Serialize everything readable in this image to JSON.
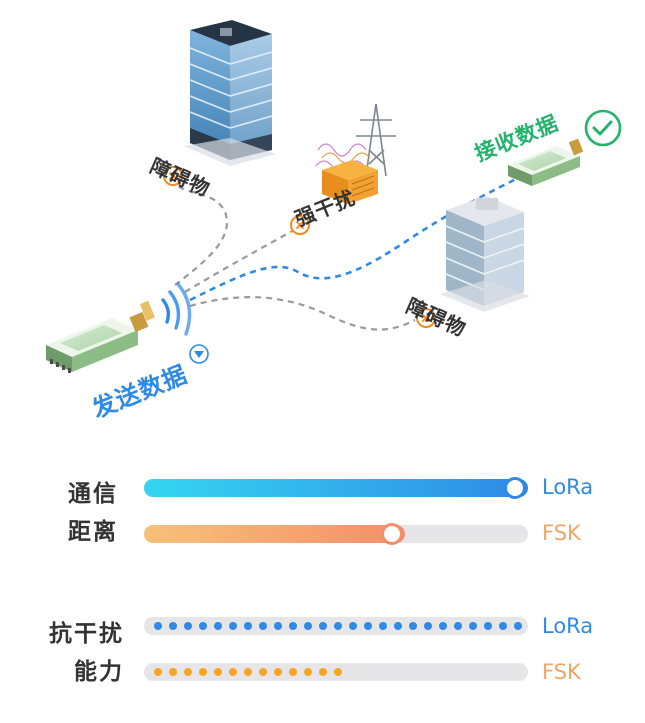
{
  "labels": {
    "obstacle": "障碍物",
    "interference": "强干扰",
    "send": "发送数据",
    "receive": "接收数据"
  },
  "comparison": {
    "distance": {
      "label_line1": "通信",
      "label_line2": "距离"
    },
    "anti_interference": {
      "label_line1": "抗干扰",
      "label_line2": "能力"
    },
    "bars": {
      "distance_lora": {
        "name": "LoRa",
        "fraction": 1.0
      },
      "distance_fsk": {
        "name": "FSK",
        "fraction": 0.68
      },
      "anti_lora": {
        "name": "LoRa",
        "fraction": 1.0
      },
      "anti_fsk": {
        "name": "FSK",
        "fraction": 0.52
      }
    }
  },
  "colors": {
    "lora": "#2f8ae6",
    "fsk": "#f2a466",
    "receive_check": "#22b46a",
    "interference_marker": "#f28a1f",
    "track": "#e6e6e8"
  }
}
